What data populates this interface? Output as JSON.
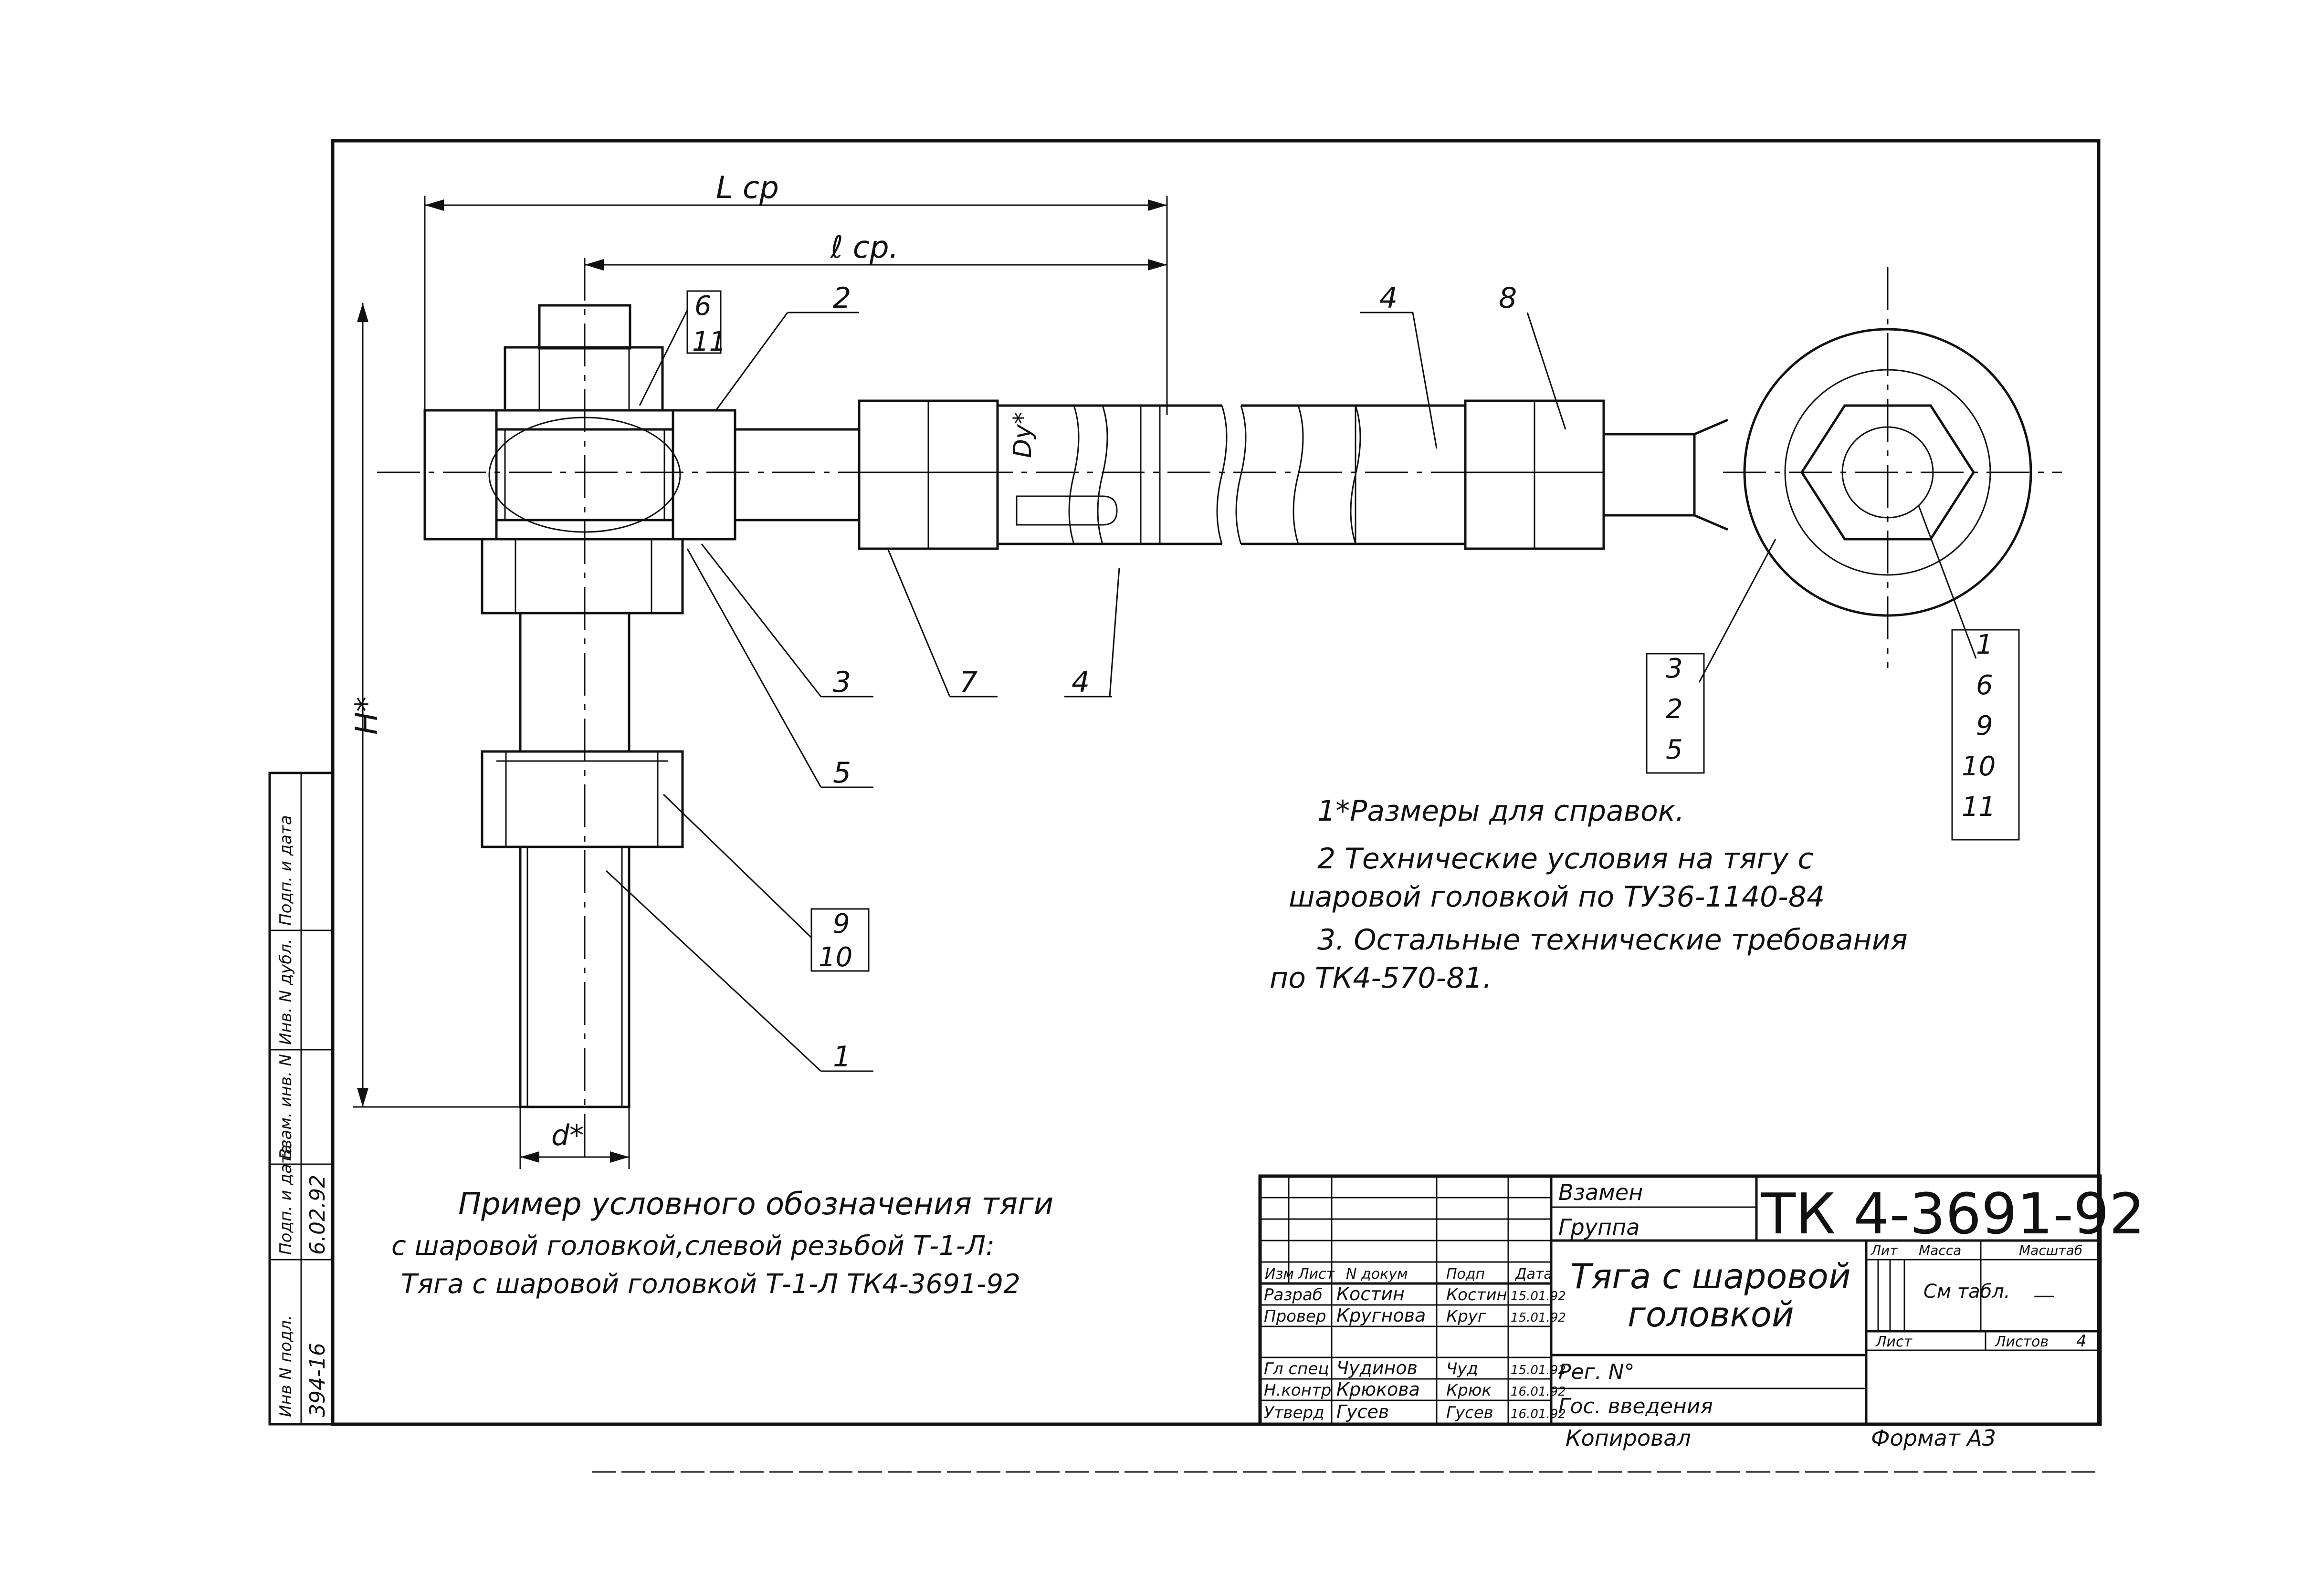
{
  "drawing": {
    "dimensions": {
      "L_cp": "L ср",
      "l_cp": "ℓ ср.",
      "H": "H*",
      "d": "d*",
      "Dy": "Dy*"
    },
    "callouts": {
      "c_6_11": [
        "6",
        "11"
      ],
      "c_2": "2",
      "c_4_top": "4",
      "c_8": "8",
      "c_3": "3",
      "c_7": "7",
      "c_4_bottom": "4",
      "c_5": "5",
      "c_9_10": [
        "9",
        "10"
      ],
      "c_1": "1",
      "c_3_2_5": [
        "3",
        "2",
        "5"
      ],
      "c_1_6_9_10_11": [
        "1",
        "6",
        "9",
        "10",
        "11"
      ]
    }
  },
  "notes": [
    "1*Размеры для справок.",
    "2 Технические условия на тягу с",
    "шаровой головкой по ТУ36-1140-84",
    "3. Остальные технические требования",
    "по ТК4-570-81."
  ],
  "example": [
    "Пример условного обозначения тяги",
    "с шаровой головкой,слевой резьбой Т-1-Л:",
    "Тяга с шаровой головкой Т-1-Л ТК4-3691-92"
  ],
  "title_block": {
    "vzamen": "Взамен",
    "gruppa": "Группа",
    "designation": "ТК 4-3691-92",
    "name_line1": "Тяга с шаровой",
    "name_line2": "головкой",
    "header_row": [
      "Изм",
      "Лист",
      "N докум",
      "Подп",
      "Дата"
    ],
    "roles": [
      {
        "role": "Разраб",
        "name": "Костин",
        "sign": "Костин",
        "date": "15.01.92"
      },
      {
        "role": "Провер",
        "name": "Кругнова",
        "sign": "Круг",
        "date": "15.01.92"
      },
      {
        "role": "Гл спец",
        "name": "Чудинов",
        "sign": "Чуд",
        "date": "15.01.92"
      },
      {
        "role": "Н.контр",
        "name": "Крюкова",
        "sign": "Крюк",
        "date": "16.01.92"
      },
      {
        "role": "Утверд",
        "name": "Гусев",
        "sign": "Гусев",
        "date": "16.01.92"
      }
    ],
    "lit_label": "Лит",
    "mass_label": "Масса",
    "scale_label": "Масштаб",
    "mass_value": "См табл.",
    "scale_value": "—",
    "sheet_label": "Лист",
    "sheets_label": "Листов",
    "sheets_value": "4",
    "reg_no": "Рег. N°",
    "inventory": "Гос. введения",
    "copied": "Копировал",
    "format": "Формат А3"
  },
  "side_stamp": {
    "labels": [
      "Инв N подл.",
      "Подп. и дата",
      "Взам. инв. N",
      "Инв. N дубл.",
      "Подп. и дата"
    ],
    "values": [
      "394-16",
      "6.02.92"
    ]
  }
}
